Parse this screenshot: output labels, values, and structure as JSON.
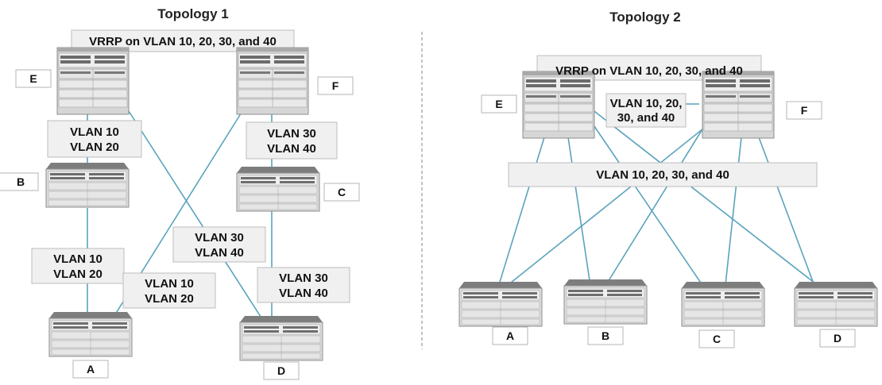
{
  "topology1": {
    "title": "Topology 1",
    "vrrp_label": "VRRP on VLAN 10, 20, 30, and 40",
    "labels": {
      "e_b": [
        "VLAN 10",
        "VLAN 20"
      ],
      "f_c": [
        "VLAN 30",
        "VLAN 40"
      ],
      "b_a": [
        "VLAN 10",
        "VLAN 20"
      ],
      "f_a": [
        "VLAN 10",
        "VLAN 20"
      ],
      "e_d": [
        "VLAN 30",
        "VLAN 40"
      ],
      "c_d": [
        "VLAN 30",
        "VLAN 40"
      ]
    },
    "switch_names": {
      "e": "E",
      "f": "F",
      "b": "B",
      "c": "C",
      "a": "A",
      "d": "D"
    }
  },
  "topology2": {
    "title": "Topology 2",
    "vrrp_label": "VRRP on VLAN 10, 20, 30, and 40",
    "ef_label": [
      "VLAN 10, 20,",
      "30, and 40"
    ],
    "trunk_label": "VLAN 10, 20, 30, and 40",
    "switch_names": {
      "e": "E",
      "f": "F",
      "a": "A",
      "b": "B",
      "c": "C",
      "d": "D"
    }
  },
  "colors": {
    "link": "#5aa3bd",
    "label_box": "#f0f0f0",
    "switch_body": "#d9d9d9"
  }
}
